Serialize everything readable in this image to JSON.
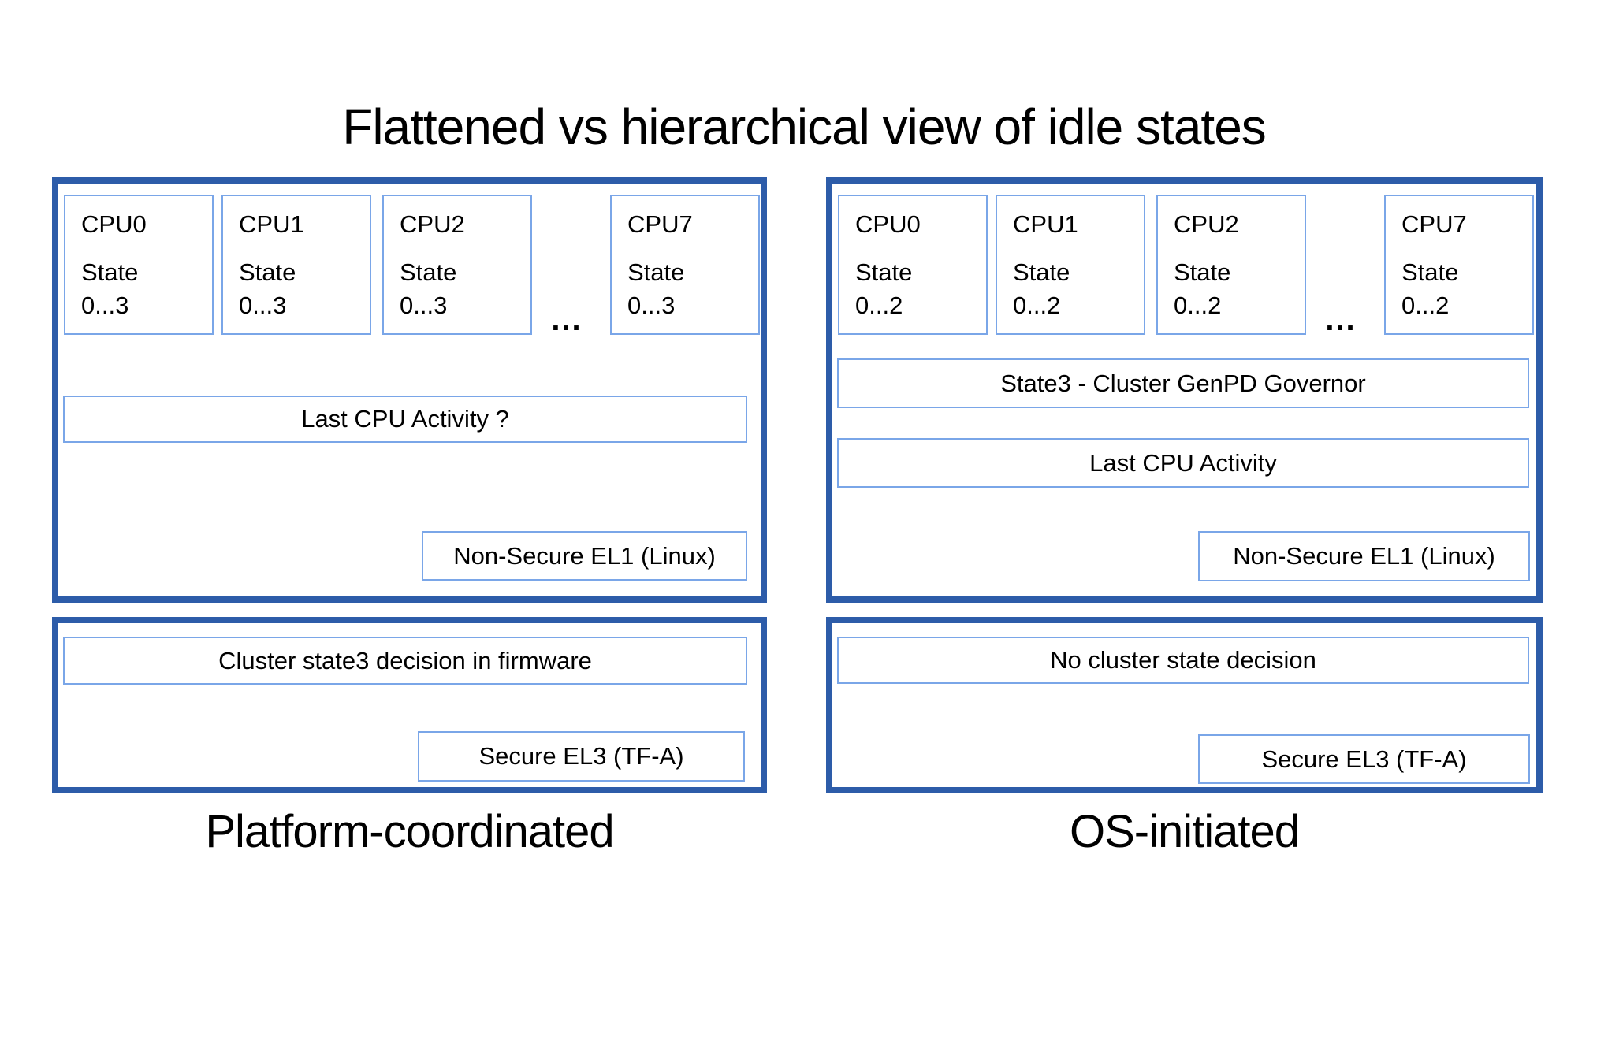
{
  "title": "Flattened vs hierarchical view of idle states",
  "colors": {
    "outer_border": "#2d5ca9",
    "inner_border": "#7aa6e8",
    "text": "#000000",
    "background": "#ffffff"
  },
  "left": {
    "label": "Platform-coordinated",
    "dots": "...",
    "cpus": [
      {
        "name": "CPU0",
        "state_label": "State",
        "state_range": "0...3"
      },
      {
        "name": "CPU1",
        "state_label": "State",
        "state_range": "0...3"
      },
      {
        "name": "CPU2",
        "state_label": "State",
        "state_range": "0...3"
      },
      {
        "name": "CPU7",
        "state_label": "State",
        "state_range": "0...3"
      }
    ],
    "last_cpu_activity": "Last CPU Activity ?",
    "non_secure_el1": "Non-Secure EL1 (Linux)",
    "cluster_decision": "Cluster state3 decision in firmware",
    "secure_el3": "Secure EL3 (TF-A)"
  },
  "right": {
    "label": "OS-initiated",
    "dots": "...",
    "cpus": [
      {
        "name": "CPU0",
        "state_label": "State",
        "state_range": "0...2"
      },
      {
        "name": "CPU1",
        "state_label": "State",
        "state_range": "0...2"
      },
      {
        "name": "CPU2",
        "state_label": "State",
        "state_range": "0...2"
      },
      {
        "name": "CPU7",
        "state_label": "State",
        "state_range": "0...2"
      }
    ],
    "genpd_governor": "State3 - Cluster GenPD Governor",
    "last_cpu_activity": "Last CPU Activity",
    "non_secure_el1": "Non-Secure EL1 (Linux)",
    "cluster_decision": "No cluster state decision",
    "secure_el3": "Secure EL3 (TF-A)"
  }
}
